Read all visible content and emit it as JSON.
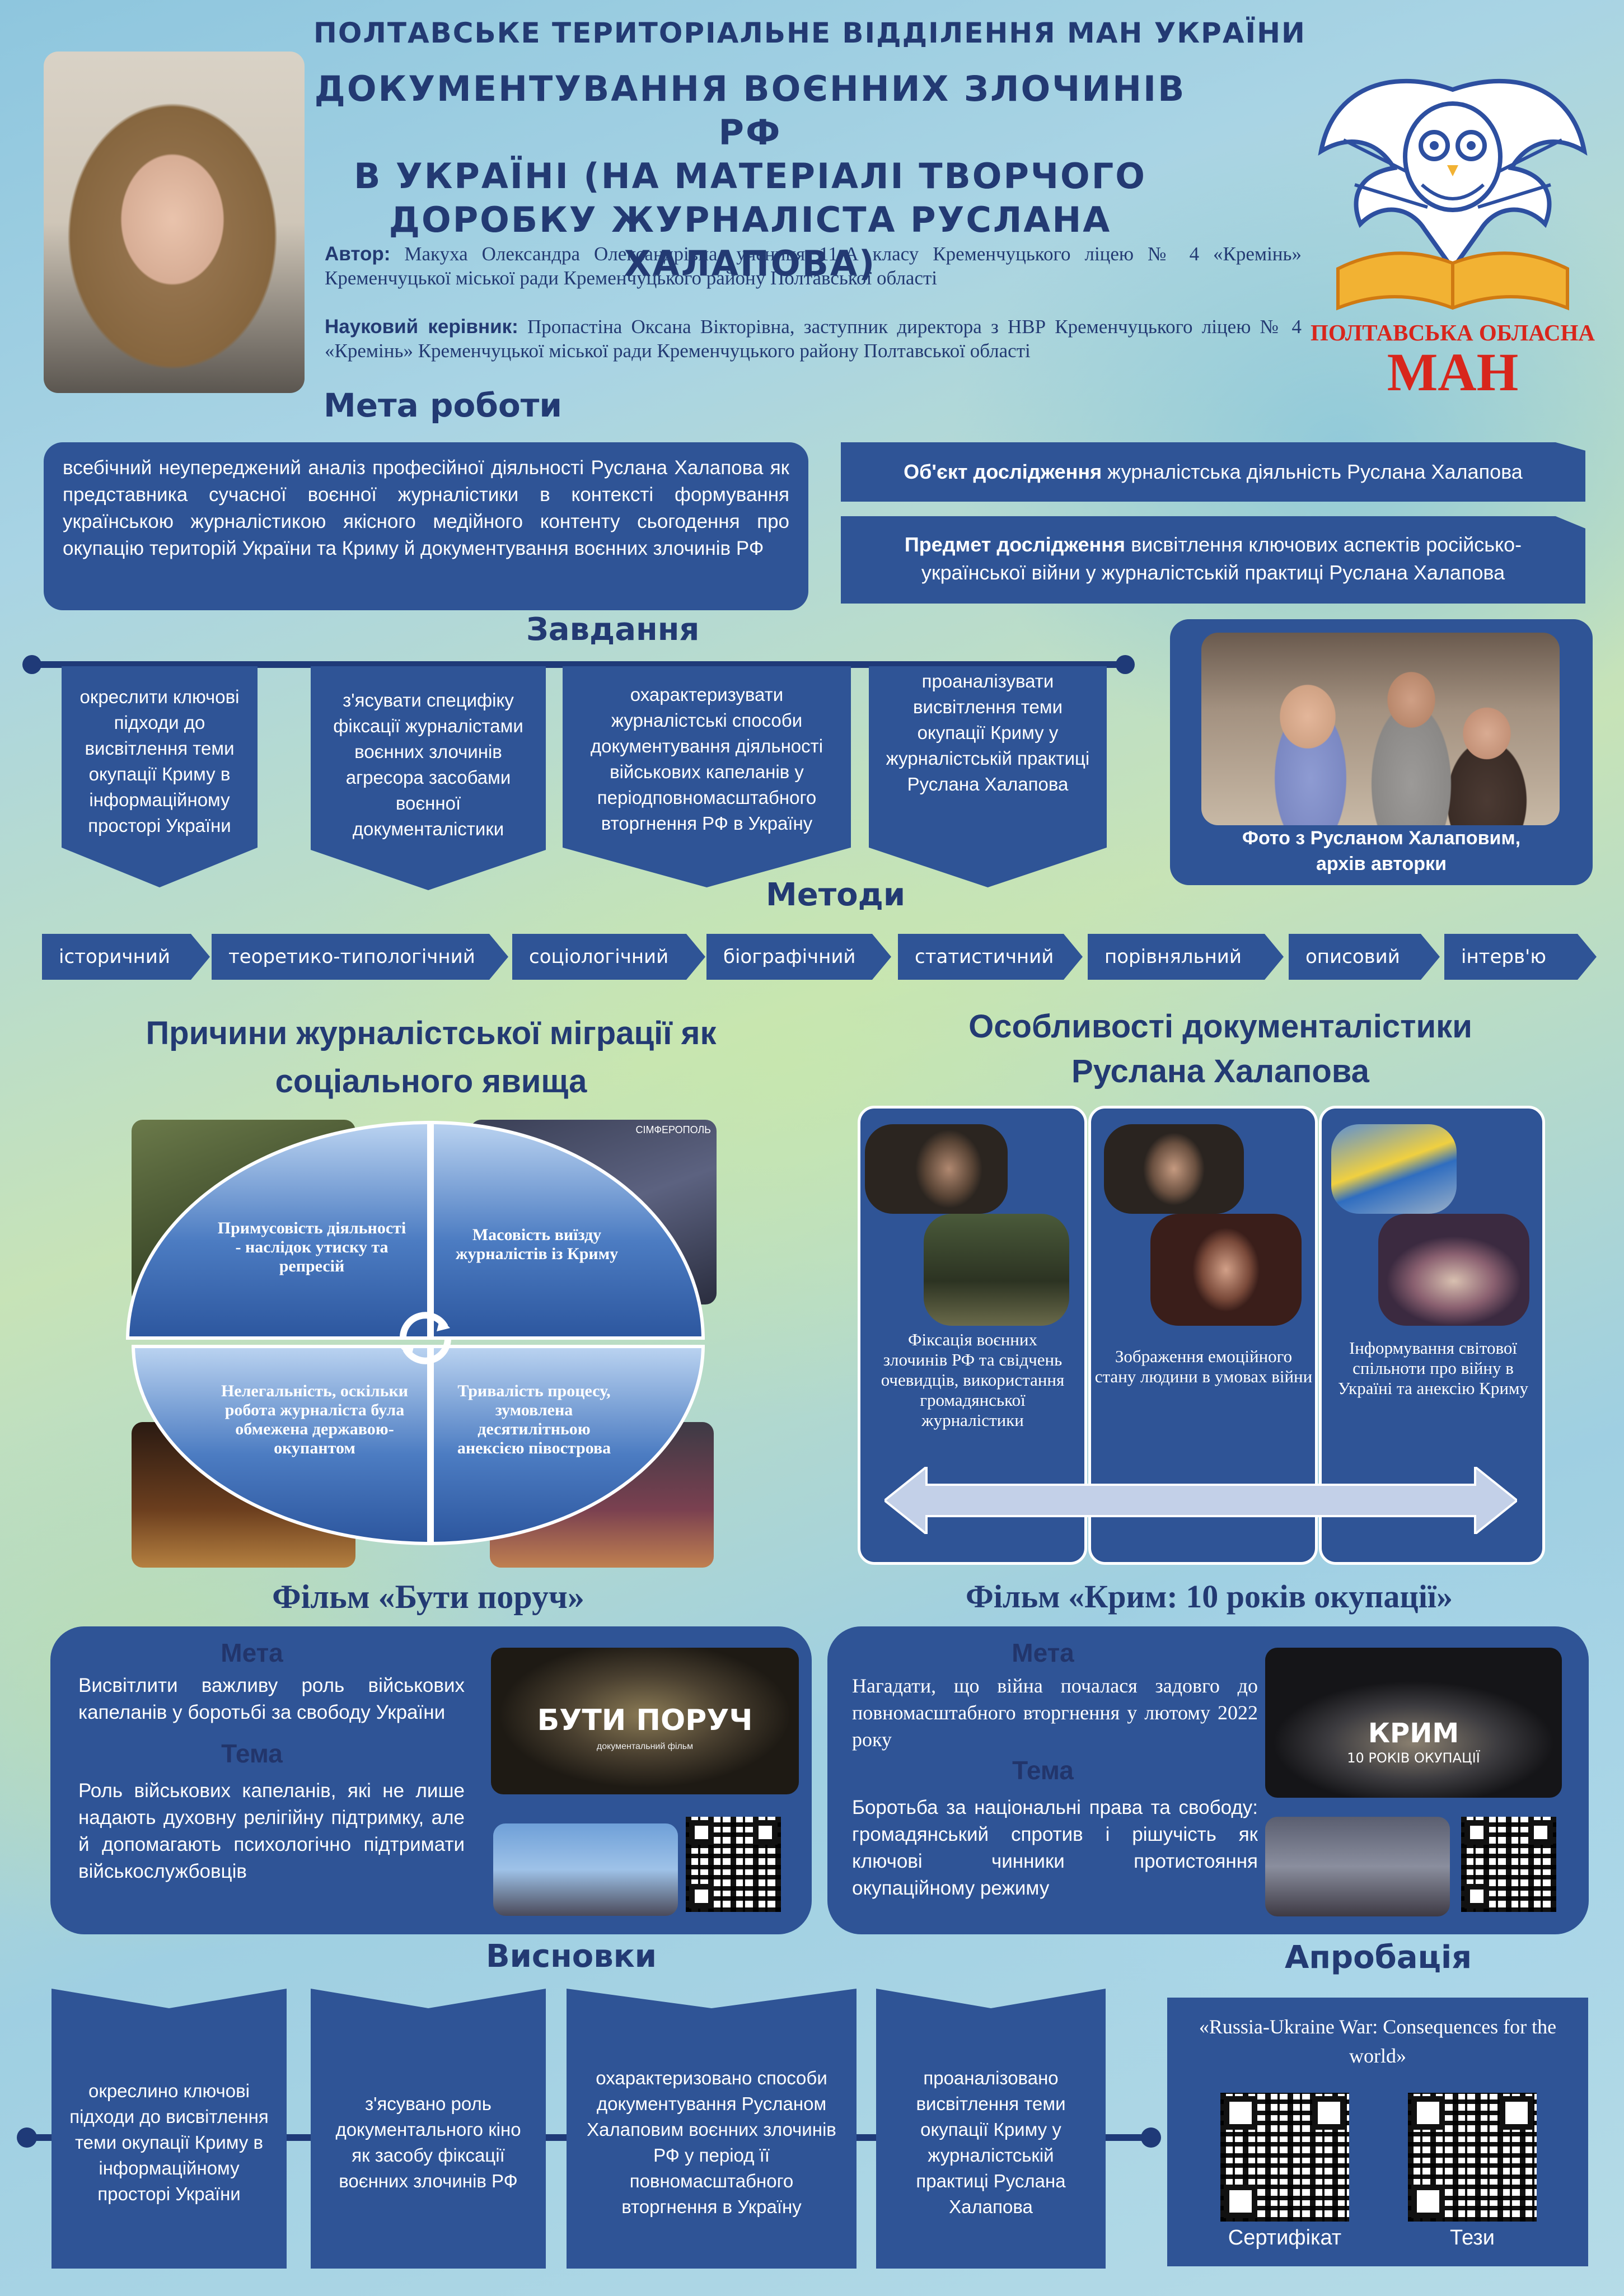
{
  "header": {
    "org": "ПОЛТАВСЬКЕ ТЕРИТОРІАЛЬНЕ ВІДДІЛЕННЯ МАН УКРАЇНИ",
    "title_lines": [
      "ДОКУМЕНТУВАННЯ ВОЄННИХ ЗЛОЧИНІВ РФ",
      "В УКРАЇНІ (НА МАТЕРІАЛІ ТВОРЧОГО",
      "ДОРОБКУ ЖУРНАЛІСТА РУСЛАНА",
      "ХАЛАПОВА)"
    ],
    "author_label": "Автор:",
    "author_text": "Макуха Олександра Олександрівна, учениця 11-А класу Кременчуцького ліцею № 4 «Кремінь» Кременчуцької міської ради Кременчуцького району Полтавської області",
    "advisor_label": "Науковий керівник:",
    "advisor_text": "Пропастіна Оксана Вікторівна, заступник директора з НВР Кременчуцького ліцею № 4 «Кремінь» Кременчуцької міської ради Кременчуцького району Полтавської області",
    "logo_line1": "ПОЛТАВСЬКА ОБЛАСНА",
    "logo_line2": "МАН",
    "logo_icon": "owl-book-emblem-icon"
  },
  "goal": {
    "heading": "Мета роботи",
    "text": "всебічний неупереджений аналіз професійної діяльності Руслана Халапова як представника сучасної воєнної журналістики в контексті формування українською журналістикою якісного медійного контенту сьогодення про окупацію територій України та Криму й документування воєнних злочинів РФ",
    "object_label": "Об'єкт дослідження",
    "object_text": " журналістська діяльність Руслана Халапова",
    "subject_label": "Предмет дослідження",
    "subject_text": " висвітлення ключових аспектів російсько-української війни у журналістській практиці Руслана Халапова"
  },
  "tasks": {
    "heading": "Завдання",
    "items": [
      "окреслити ключові підходи до висвітлення теми окупації Криму в інформаційному просторі України",
      "з'ясувати специфіку фіксації журналістами воєнних злочинів агресора засобами воєнної документалістики",
      "охарактеризувати журналістські способи документування діяльності військових капеланів у періодповномасштабного вторгнення РФ в Україну",
      "проаналізувати висвітлення теми окупації Криму у журналістській практиці Руслана Халапова"
    ],
    "photo_caption_1": "Фото з Русланом Халаповим,",
    "photo_caption_2": "архів авторки"
  },
  "methods": {
    "heading": "Методи",
    "items": [
      "історичний",
      "теоретико-типологічний",
      "соціологічний",
      "біографічний",
      "статистичний",
      "порівняльний",
      "описовий",
      "інтерв'ю"
    ]
  },
  "migration": {
    "heading_1": "Причини журналістської міграції як",
    "heading_2": "соціального явища",
    "quadrants": [
      "Примусовість діяльності - наслідок утиску та репресій",
      "Масовість виїзду журналістів із Криму",
      "Нелегальність, оскільки робота журналіста була обмежена державою-окупантом",
      "Тривалість процесу, зумовлена десятилітньою анексією півострова"
    ],
    "cycle_icon": "cycle-arrows-icon",
    "photo_label": "СІМФЕРОПОЛЬ"
  },
  "features": {
    "heading_1": "Особливості документалістики",
    "heading_2": "Руслана Халапова",
    "items": [
      "Фіксація воєнних злочинів РФ та свідчень очевидців, використання громадянської журналістики",
      "Зображення емоційного стану людини в умовах війни",
      "Інформування світової спільноти  про війну в Україні та анексію Криму"
    ],
    "arrow_icon": "double-arrow-icon"
  },
  "film1": {
    "heading": "Фільм «Бути поруч»",
    "goal_label": "Мета",
    "goal_text": "Висвітлити важливу роль військових капеланів у боротьбі за свободу України",
    "theme_label": "Тема",
    "theme_text": "Роль військових капеланів, які не лише надають духовну релігійну підтримку, але й допомагають психологічно підтримати військослужбовців",
    "poster_title": "БУТИ ПОРУЧ",
    "poster_subtitle": "документальний фільм"
  },
  "film2": {
    "heading": "Фільм «Крим: 10 років окупації»",
    "goal_label": "Мета",
    "goal_text": "Нагадати, що війна почалася задовго до повномасштабного вторгнення у лютому 2022 року",
    "theme_label": "Тема",
    "theme_text": "Боротьба за національні права та свободу: громадянський спротив і рішучість як ключові чинники протистояння окупаційному режиму",
    "poster_title": "КРИМ",
    "poster_subtitle": "10 РОКІВ ОКУПАЦІЇ"
  },
  "conclusions": {
    "heading": "Висновки",
    "items": [
      "окреслино ключові підходи до висвітлення теми окупації Криму в інформаційному просторі України",
      "з'ясувано роль документального кіно як засобу фіксації воєнних злочинів РФ",
      "охарактеризовано способи документування Русланом Халаповим воєнних злочинів РФ у період її повномасштабного вторгнення в Україну",
      "проаналізовано висвітлення теми окупації Криму у журналістській практиці Руслана Халапова"
    ]
  },
  "approbation": {
    "heading": "Апробація",
    "conference": "«Russia-Ukraine War: Consequences for the world»",
    "qr1_label": "Сертифікат",
    "qr2_label": "Тези"
  },
  "colors": {
    "navy_box": "#2f5496",
    "heading": "#233a73",
    "logo_red": "#d8261c",
    "logo_gold": "#f2b233"
  }
}
